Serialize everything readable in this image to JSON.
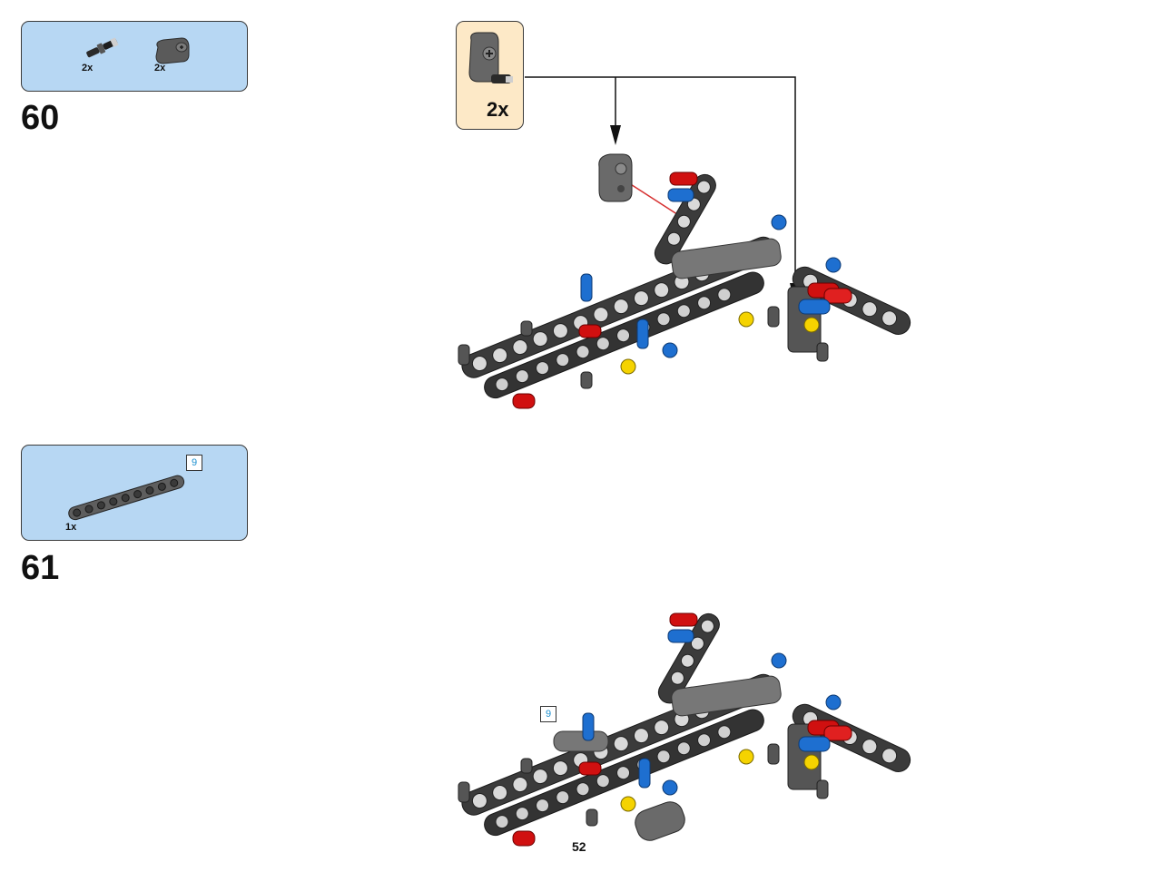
{
  "steps": [
    {
      "number": "60",
      "parts": [
        {
          "icon": "black-axle-pin-icon",
          "qty": "2x"
        },
        {
          "icon": "gray-axle-connector-icon",
          "qty": "2x"
        }
      ],
      "subassembly": {
        "icon": "axle-connector-with-pin-icon",
        "qty": "2x"
      }
    },
    {
      "number": "61",
      "parts": [
        {
          "icon": "gray-beam-9-icon",
          "qty": "1x",
          "length": "9"
        }
      ],
      "callout_length": "9"
    }
  ],
  "page_number": "52",
  "colors": {
    "parts_box_bg": "#b7d7f3",
    "subassembly_bg": "#fde9c7",
    "beam_dark": "#3b3b3b",
    "pin_red": "#d01010",
    "pin_blue": "#1e6fd0",
    "axle_yellow": "#f5d300",
    "arrow_red": "#d63030"
  }
}
